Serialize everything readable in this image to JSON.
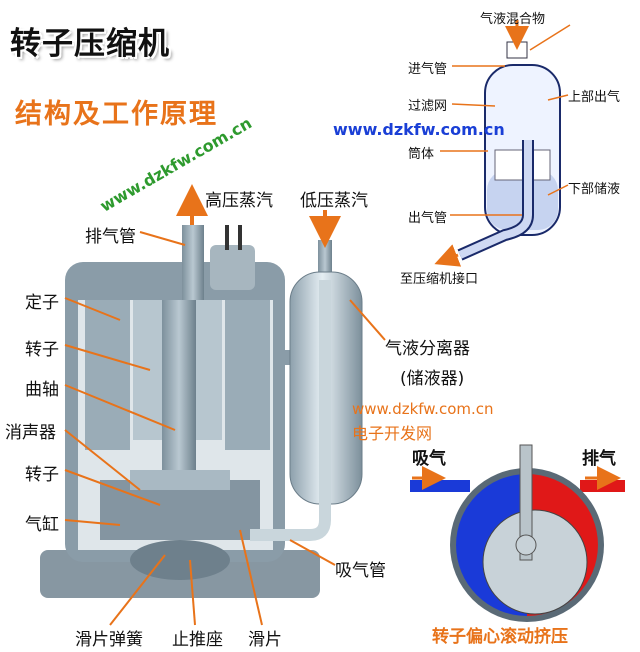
{
  "title": "转子压缩机",
  "subtitle": "结构及工作原理",
  "watermark_diagonal": "www.dzkfw.com.cn",
  "watermark_blue": "www.dzkfw.com.cn",
  "watermark_mid": "www.dzkfw.com.cn",
  "watermark_mid_cn": "电子开发网",
  "main_diagram": {
    "high_pressure": "高压蒸汽",
    "low_pressure": "低压蒸汽",
    "labels": {
      "exhaust_pipe": "排气管",
      "stator": "定子",
      "rotor_motor": "转子",
      "crankshaft": "曲轴",
      "muffler": "消声器",
      "rotor_pump": "转子",
      "cylinder": "气缸",
      "vane_spring": "滑片弹簧",
      "thrust_seat": "止推座",
      "vane": "滑片",
      "suction_pipe": "吸气管",
      "separator": "气液分离器",
      "accumulator": "(储液器)"
    }
  },
  "separator_diagram": {
    "mixture": "气液混合物",
    "inlet": "进气管",
    "filter": "过滤网",
    "shell": "筒体",
    "outlet": "出气管",
    "upper_outlet": "上部出气",
    "lower_storage": "下部储液",
    "to_compressor": "至压缩机接口"
  },
  "rotor_diagram": {
    "suction": "吸气",
    "discharge": "排气",
    "caption": "转子偏心滚动挤压"
  },
  "colors": {
    "accent": "#e8731a",
    "watermark_green": "#2e9a2e",
    "watermark_blue": "#1a3fd6",
    "suction_blue": "#1a3ad8",
    "discharge_red": "#e01818"
  }
}
